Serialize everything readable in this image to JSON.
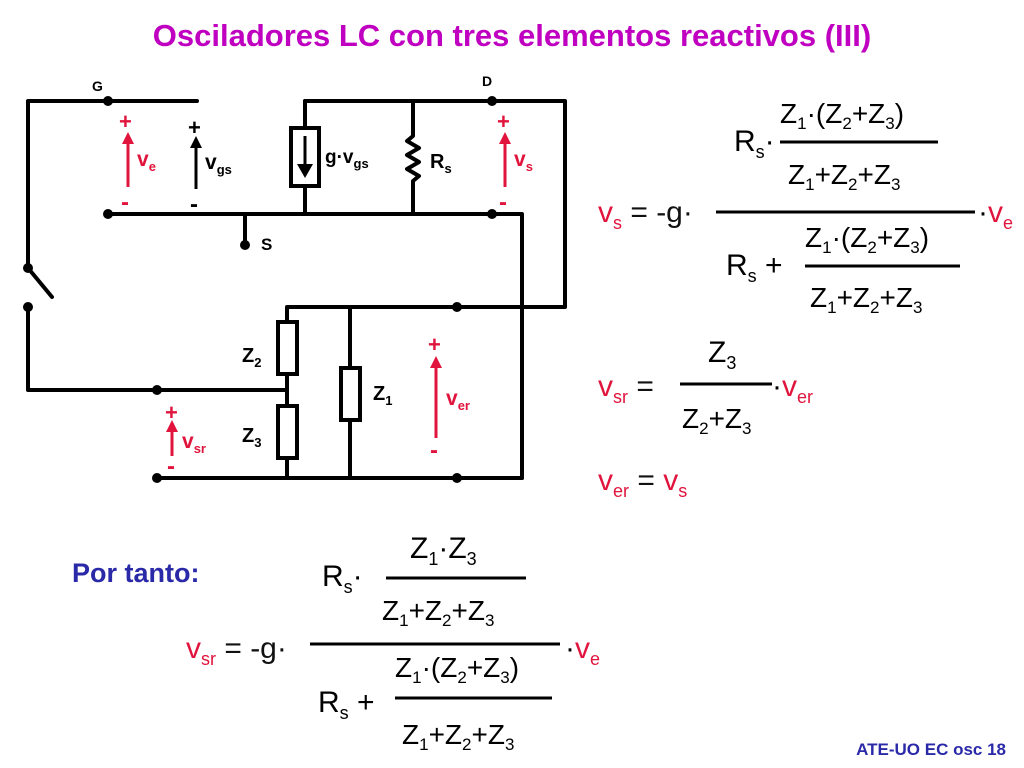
{
  "title": "Osciladores LC con tres elementos reactivos (III)",
  "footer": "ATE-UO EC osc 18",
  "por_tanto": "Por tanto:",
  "circuit": {
    "G": "G",
    "D": "D",
    "S": "S",
    "plus": "+",
    "minus": "-",
    "ve": "v",
    "ve_sub": "e",
    "vgs": "v",
    "vgs_sub": "gs",
    "gvgs": "g·v",
    "gvgs_sub": "gs",
    "Rs": "R",
    "Rs_sub": "s",
    "vs": "v",
    "vs_sub": "s",
    "Z1": "Z",
    "Z1_sub": "1",
    "Z2": "Z",
    "Z2_sub": "2",
    "Z3": "Z",
    "Z3_sub": "3",
    "ver": "v",
    "ver_sub": "er",
    "vsr": "v",
    "vsr_sub": "sr"
  },
  "colors": {
    "title": "#c000c0",
    "accent": "#e0143c",
    "blue": "#2a2aa8"
  }
}
